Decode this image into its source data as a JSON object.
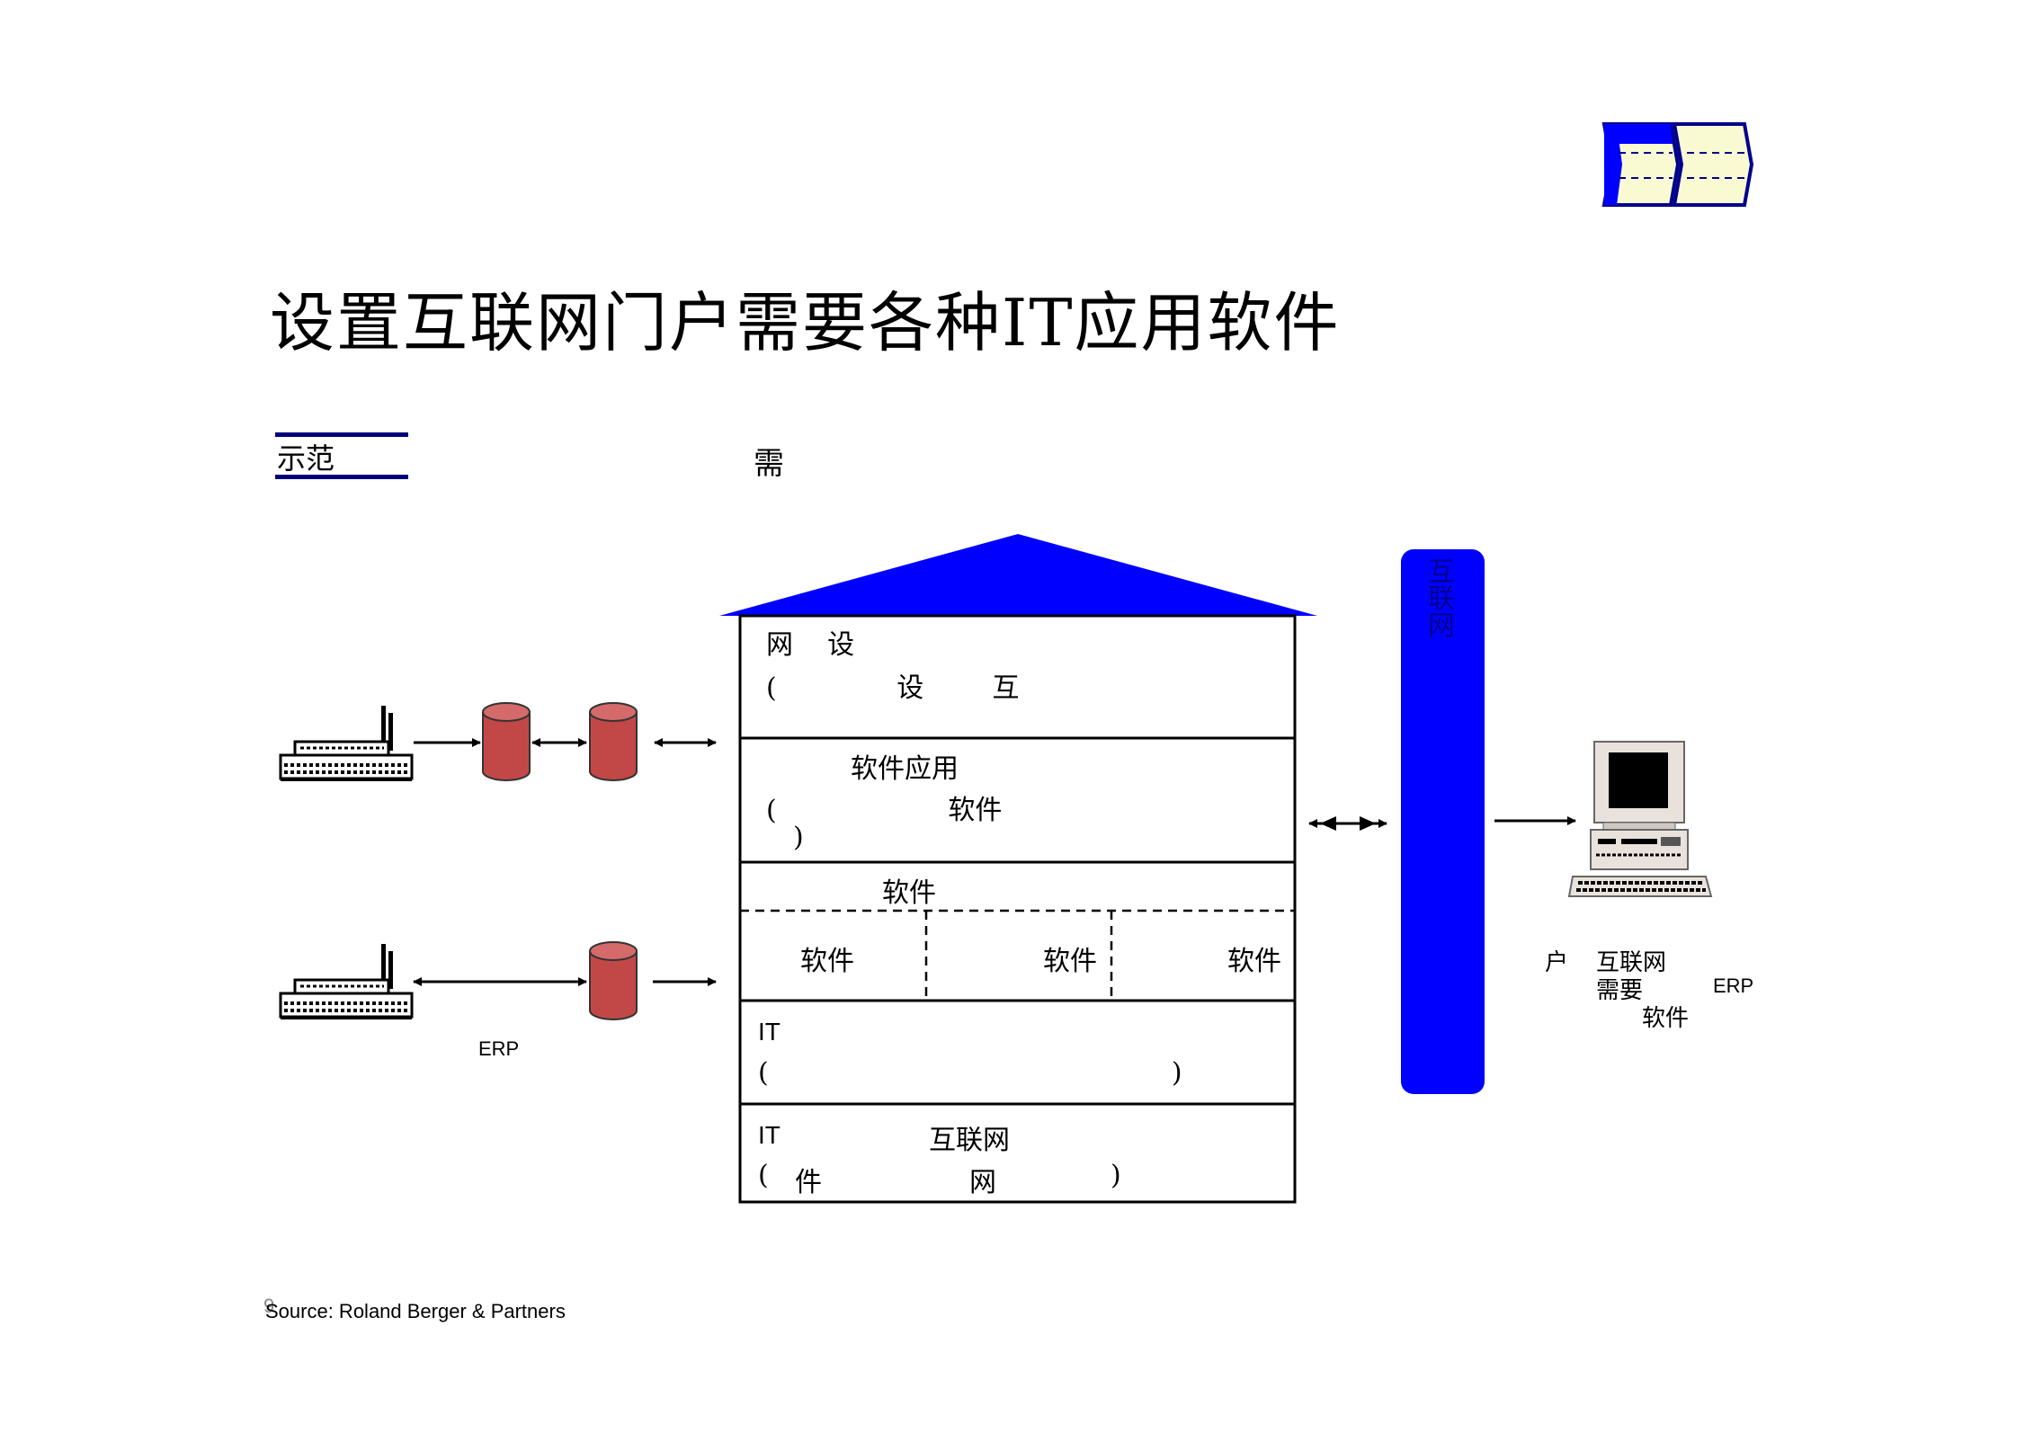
{
  "title": "设置互联网门户需要各种IT应用软件",
  "demo_label": "示范",
  "need_label": "需",
  "source": "Source: Roland Berger & Partners",
  "page_number": "9",
  "internet_bar": {
    "label": "互联网"
  },
  "house": {
    "layer1": {
      "line1": "网    设",
      "line2": "(              设        互"
    },
    "layer2": {
      "line1": "软件应用",
      "line2": "(                    软件",
      "line3": ")"
    },
    "layer3": {
      "header": "软件",
      "cells": [
        "软件",
        "软件",
        "软件"
      ]
    },
    "layer4": {
      "line1": "IT",
      "line2": "(                                               )"
    },
    "layer5": {
      "line1_prefix": "IT",
      "line1_suffix": "互联网",
      "line2_a": "(",
      "line2_b": "件",
      "line2_c": "网",
      "line2_d": ")"
    }
  },
  "left": {
    "erp_label": "ERP"
  },
  "right": {
    "line1_a": "户",
    "line1_b": "互联网",
    "line2_a": "需要",
    "line2_b": "ERP",
    "line3": "软件"
  },
  "colors": {
    "blue": "#0000ff",
    "navy": "#00007a",
    "cylinder": "#c24848",
    "pale_yellow": "#fafad2"
  }
}
